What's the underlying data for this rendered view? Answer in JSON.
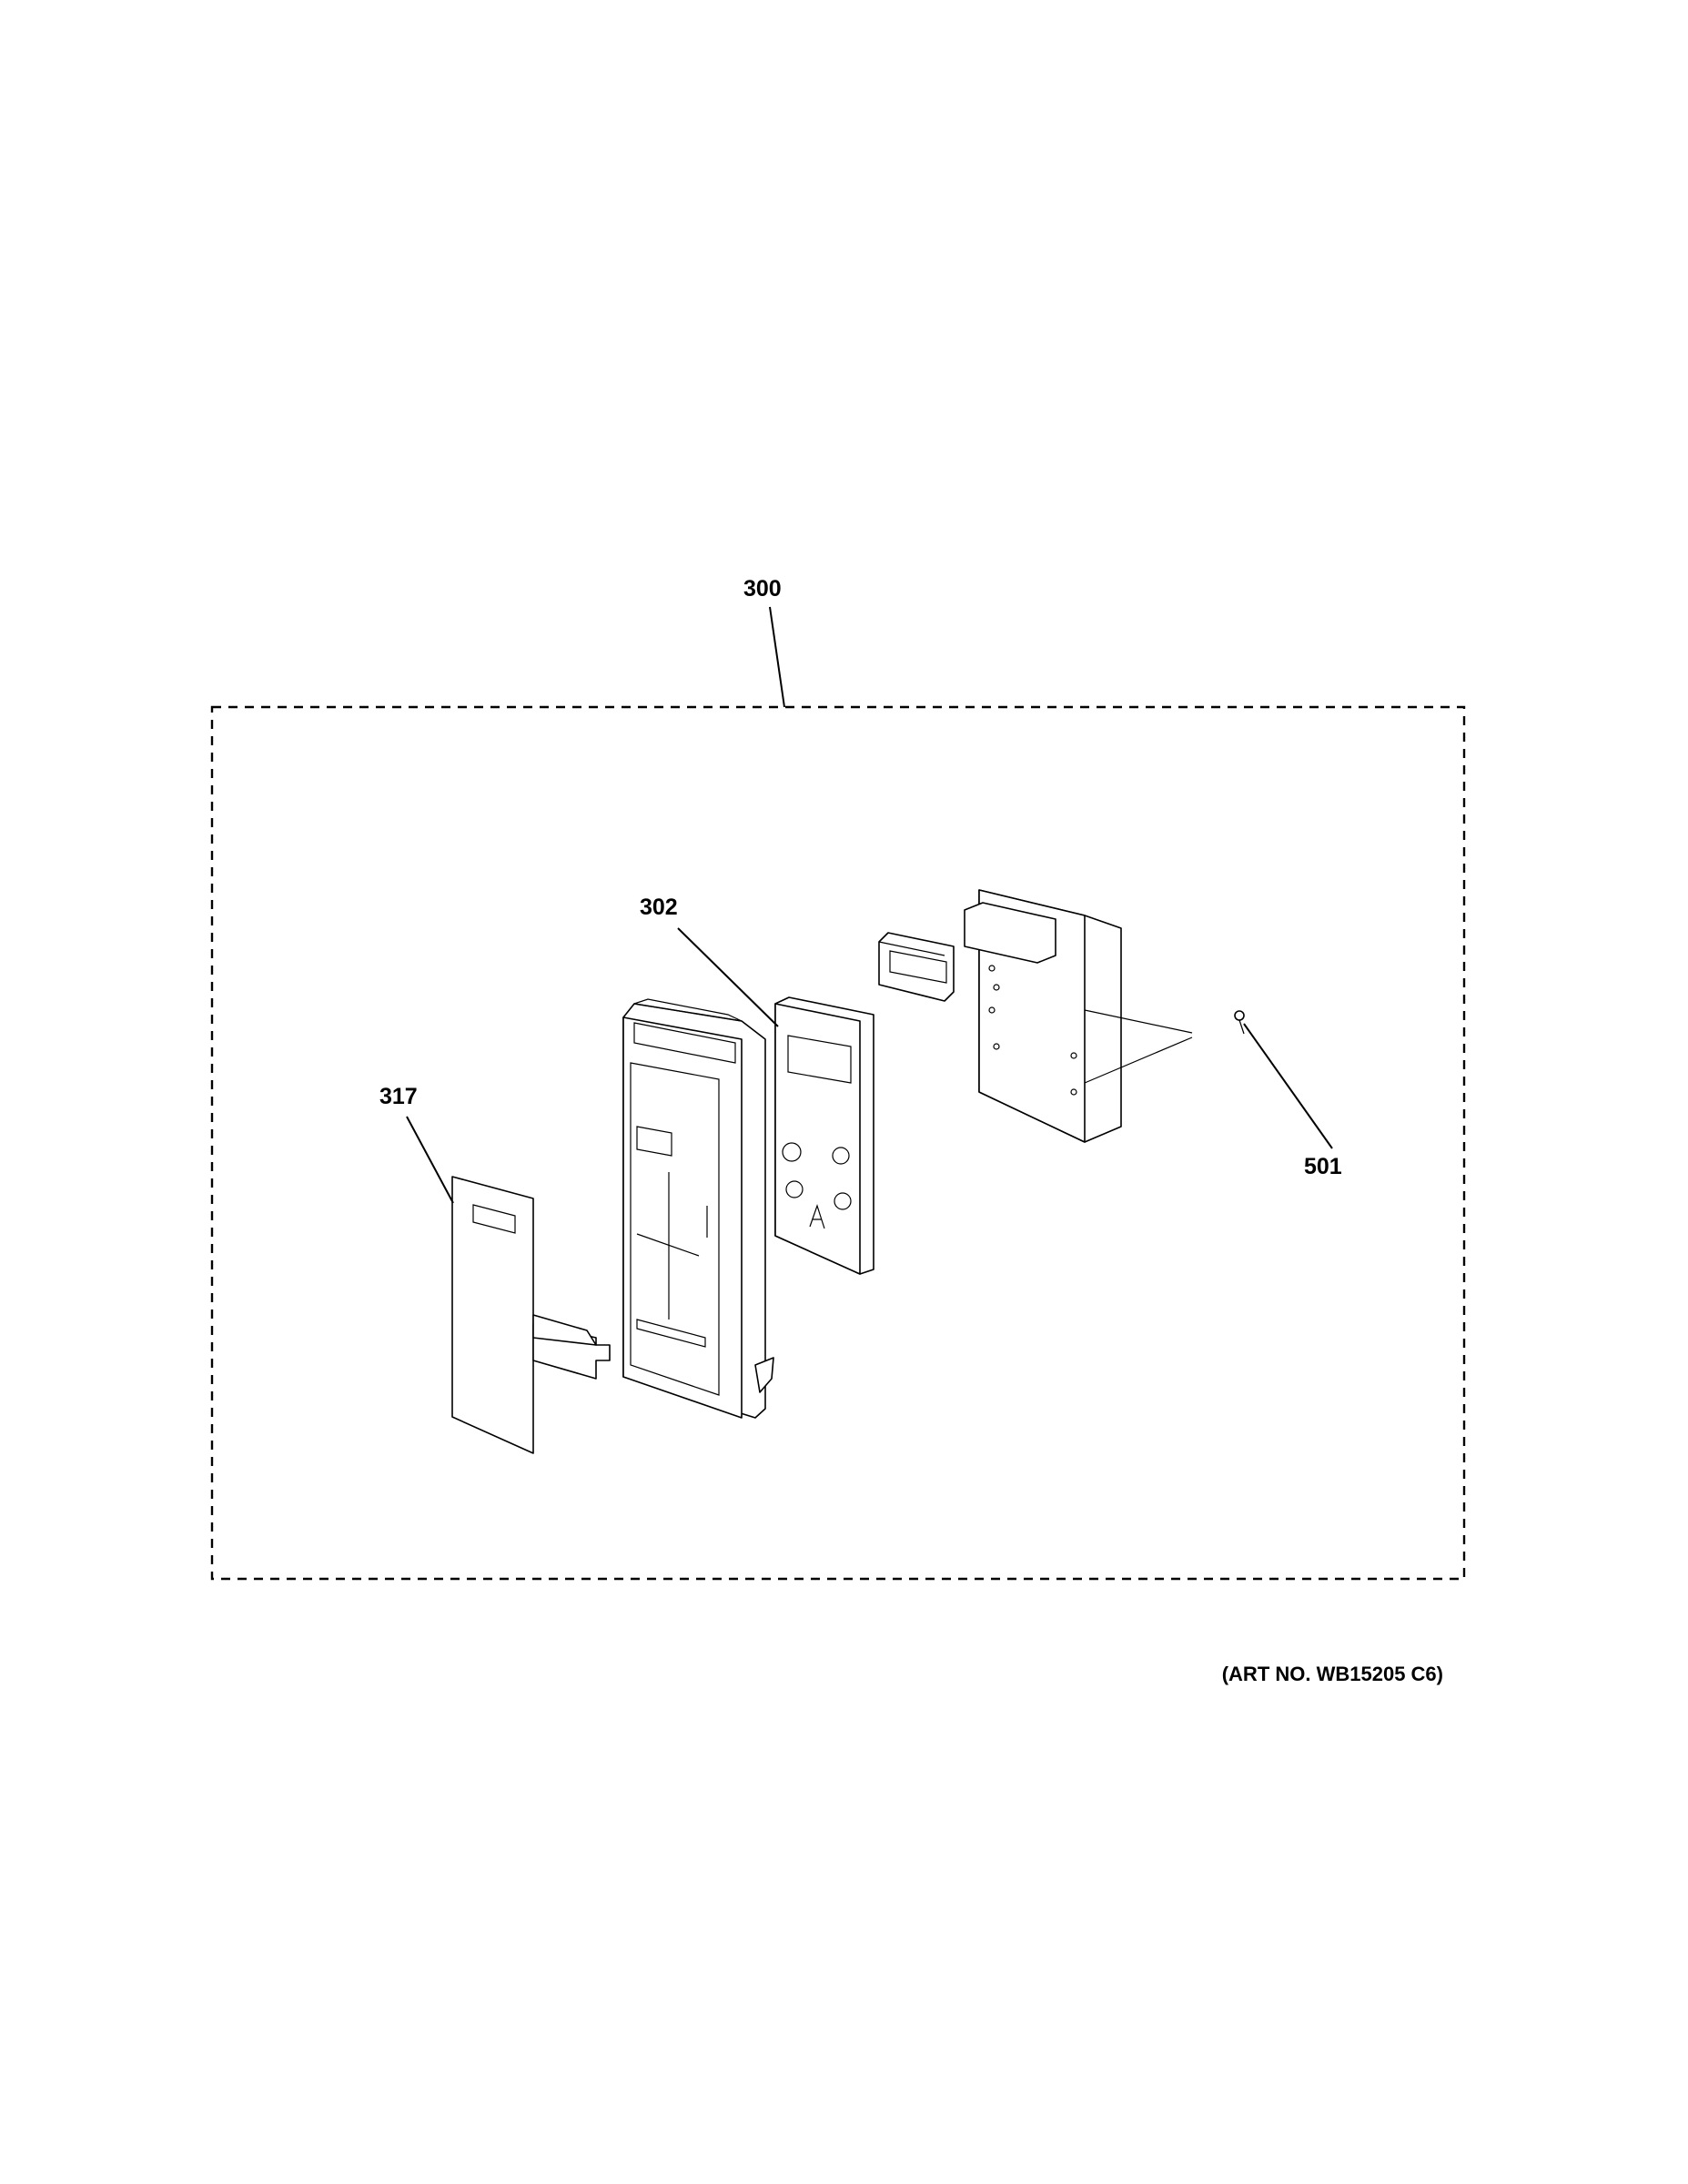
{
  "diagram": {
    "assembly_label": "300",
    "parts": [
      {
        "id": "302",
        "label": "302",
        "icon": "control-panel-frame-icon"
      },
      {
        "id": "317",
        "label": "317",
        "icon": "membrane-keypad-icon"
      },
      {
        "id": "501",
        "label": "501",
        "icon": "screw-icon"
      }
    ],
    "art_number": "(ART NO. WB15205 C6)"
  }
}
